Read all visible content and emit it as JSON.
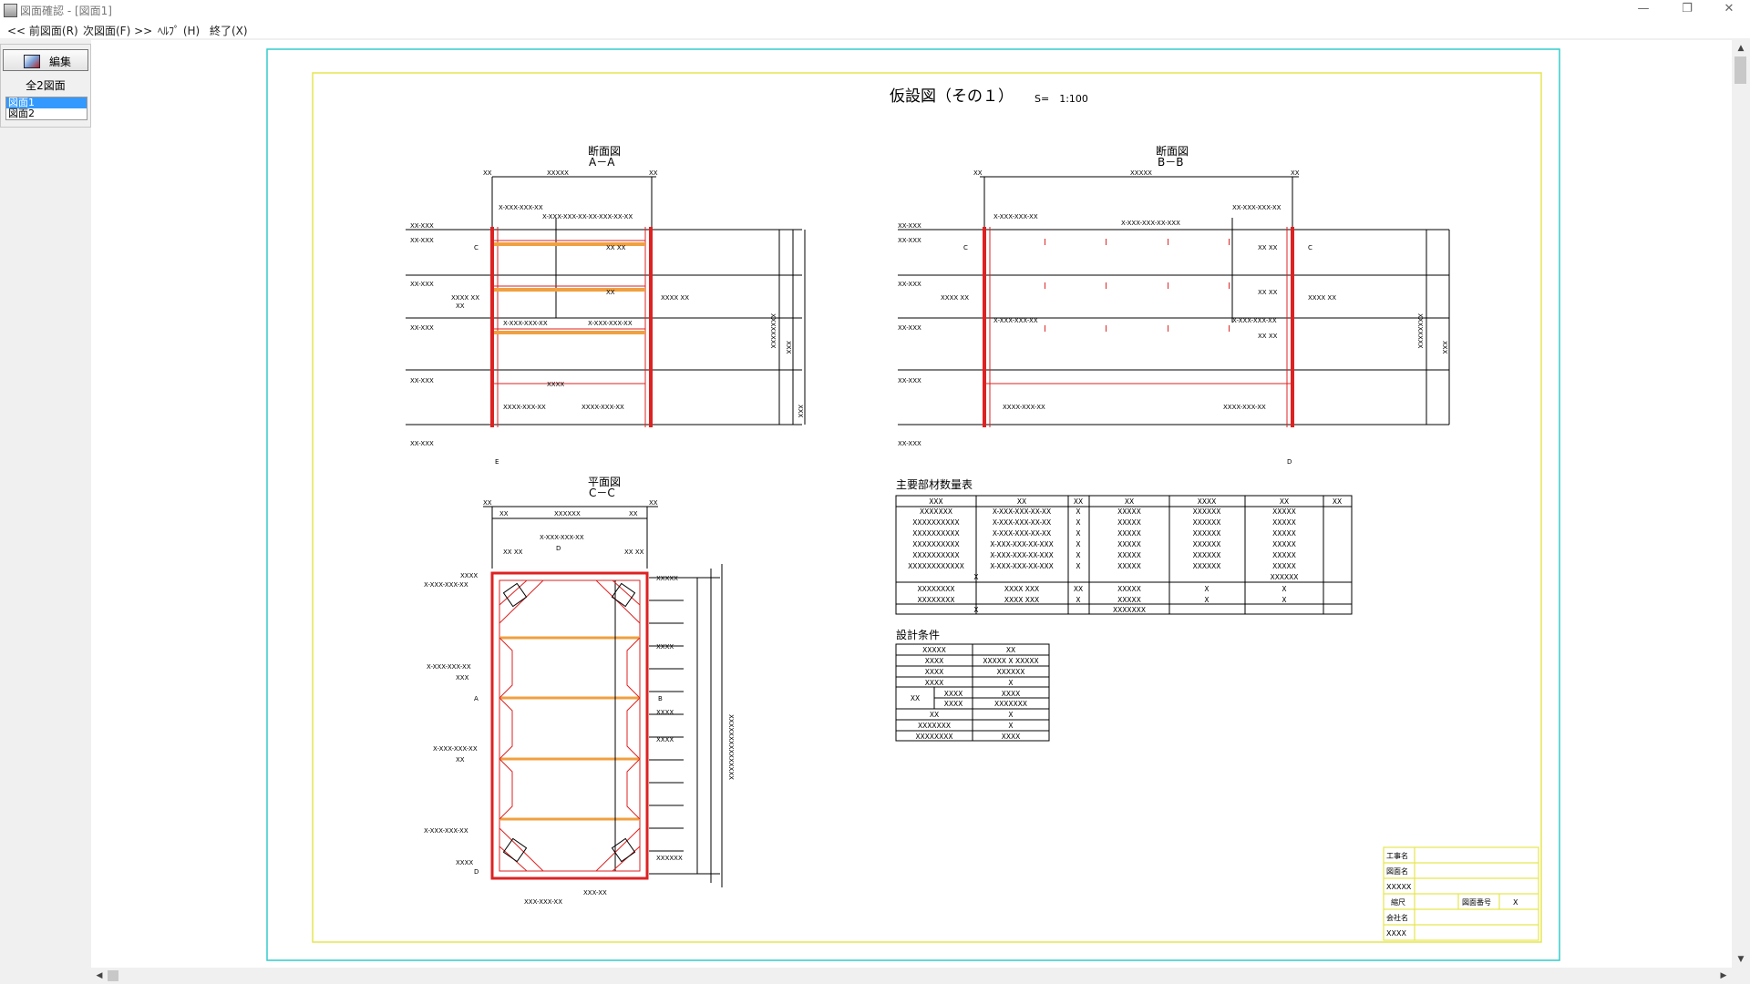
{
  "window": {
    "title": "図面確認 - [図面1]",
    "minimize_glyph": "—",
    "restore_glyph": "❐",
    "close_glyph": "✕"
  },
  "menu": {
    "prev": "<< 前図面(R)",
    "next": "次図面(F) >>",
    "help": "ﾍﾙﾌﾟ (H)",
    "exit": "終了(X)"
  },
  "side": {
    "edit_label": "編集",
    "total_label": "全2図面",
    "sheets": [
      "図面1",
      "図面2"
    ],
    "selected_sheet": "図面1"
  },
  "drawing": {
    "title": "仮設図（その１）",
    "scale": "S=　1:100",
    "section_aa": {
      "title": "断面図",
      "label": "A－A"
    },
    "section_bb": {
      "title": "断面図",
      "label": "B－B"
    },
    "plan_cc": {
      "title": "平面図",
      "label": "C－C"
    },
    "materials_table": {
      "title": "主要部材数量表",
      "headers": [
        "XXX",
        "XX",
        "XX",
        "XX",
        "XXXX",
        "XX",
        "XX"
      ],
      "rows": [
        [
          "XXXXXXX",
          "X-XXX-XXX-XX-XX",
          "X",
          "XXXXX",
          "XXXXXX",
          "XXXXX",
          ""
        ],
        [
          "XXXXXXXXXX",
          "X-XXX-XXX-XX-XX",
          "X",
          "XXXXX",
          "XXXXXX",
          "XXXXX",
          ""
        ],
        [
          "XXXXXXXXXX",
          "X-XXX-XXX-XX-XX",
          "X",
          "XXXXX",
          "XXXXXX",
          "XXXXX",
          ""
        ],
        [
          "XXXXXXXXXX",
          "X-XXX-XXX-XX-XXX",
          "X",
          "XXXXX",
          "XXXXXX",
          "XXXXX",
          ""
        ],
        [
          "XXXXXXXXXX",
          "X-XXX-XXX-XX-XXX",
          "X",
          "XXXXX",
          "XXXXXX",
          "XXXXX",
          ""
        ],
        [
          "XXXXXXXXXXXX",
          "X-XXX-XXX-XX-XXX",
          "X",
          "XXXXX",
          "XXXXXX",
          "XXXXX",
          ""
        ],
        [
          "X",
          "",
          "",
          "",
          "",
          "XXXXXX",
          ""
        ],
        [
          "XXXXXXXX",
          "XXXX XXX",
          "XX",
          "XXXXX",
          "X",
          "X",
          ""
        ],
        [
          "XXXXXXXX",
          "XXXX XXX",
          "X",
          "XXXXX",
          "X",
          "X",
          ""
        ],
        [
          "X",
          "",
          "",
          "XXXXXXX",
          "",
          "",
          ""
        ]
      ]
    },
    "conditions_table": {
      "title": "設計条件",
      "rows": [
        [
          "XXXXX",
          "",
          "XX"
        ],
        [
          "XXXX",
          "",
          "XXXXX X XXXXX"
        ],
        [
          "XXXX",
          "",
          "XXXXXX"
        ],
        [
          "XXXX",
          "",
          "X"
        ],
        [
          "XX",
          "XXXX",
          "XXXX"
        ],
        [
          "",
          "XXXX",
          "XXXXXXX"
        ],
        [
          "XX",
          "",
          "X"
        ],
        [
          "XXXXXXX",
          "",
          "X"
        ],
        [
          "XXXXXXXX",
          "",
          "XXXX"
        ]
      ]
    },
    "title_block": {
      "rows": [
        {
          "label": "工事名",
          "value": ""
        },
        {
          "label": "図面名",
          "value": ""
        },
        {
          "label": "XXXXX",
          "value": ""
        },
        {
          "label": "縮尺",
          "sub_label": "図面番号",
          "value": "X"
        },
        {
          "label": "会社名",
          "value": ""
        },
        {
          "label": "XXXX",
          "value": ""
        }
      ]
    },
    "colors": {
      "cyan_border": "#33cccc",
      "yellow_border": "#e6e650",
      "red_member": "#dd2222",
      "orange_member": "#f0a040"
    }
  }
}
